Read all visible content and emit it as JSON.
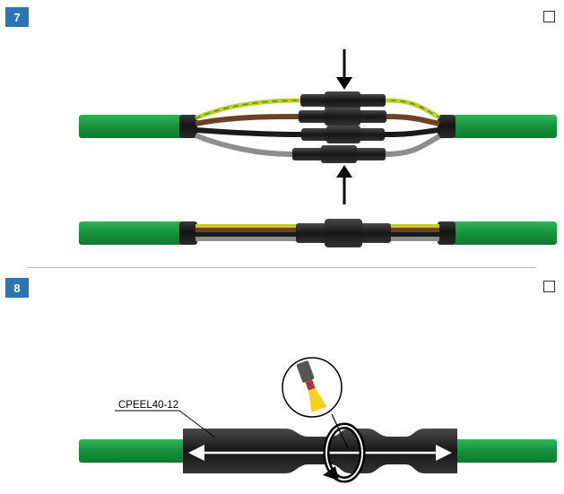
{
  "steps": [
    {
      "number": "7"
    },
    {
      "number": "8"
    }
  ],
  "step8": {
    "part_label": "CPEEL40-12"
  },
  "colors": {
    "badge": "#2d74b5",
    "cable_green": "#1f9a43",
    "sleeve_black": "#1c1c1c",
    "wire_brown": "#6b4226",
    "wire_grey": "#8d8d8d",
    "wire_yellow_green": "#c9c92a"
  },
  "icons": [
    "checkbox-icon",
    "arrow-down-icon",
    "arrow-up-icon",
    "double-arrow-icon",
    "rotation-arrow-icon",
    "magnifier-callout-icon"
  ]
}
